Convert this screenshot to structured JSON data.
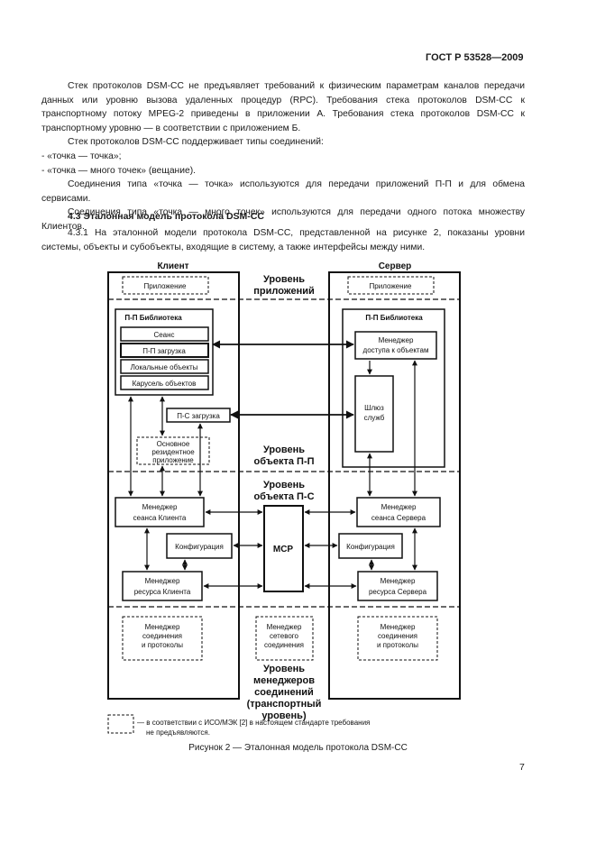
{
  "header": {
    "standard": "ГОСТ Р 53528—2009"
  },
  "text": {
    "p1": "Стек протоколов DSM-CC не предъявляет требований к физическим параметрам каналов передачи данных или уровню вызова удаленных процедур (RPC). Требования стека протоколов DSM-CC к транспортному потоку MPEG-2 приведены в приложении А. Требования стека протоколов DSM-CC к транспортному уровню — в соответствии с приложением Б.",
    "p2": "Стек протоколов DSM-CC поддерживает типы соединений:",
    "p3": "- «точка — точка»;",
    "p4": "- «точка — много точек» (вещание).",
    "p5": "Соединения типа «точка — точка» используются для передачи приложений П-П и для обмена сервисами.",
    "p6": "Соединения типа «точка — много точек» используются для передачи одного потока множеству Клиентов.",
    "section_title": "4.3 Эталонная модель протокола DSM-CC",
    "p7": "4.3.1 На эталонной модели протокола DSM-CC, представленной на рисунке 2, показаны уровни системы, объекты и субобъекты, входящие в систему, а также интерфейсы между ними."
  },
  "diagram": {
    "client_title": "Клиент",
    "server_title": "Сервер",
    "level_apps": [
      "Уровень",
      "приложений"
    ],
    "level_obj_pp": [
      "Уровень",
      "объекта П-П"
    ],
    "level_obj_ps": [
      "Уровень",
      "объекта П-С"
    ],
    "level_transport": [
      "Уровень",
      "менеджеров",
      "соединений",
      "(транспортный",
      "уровень)"
    ],
    "client_app": "Приложение",
    "server_app": "Приложение",
    "pp_library": "П-П Библиотека",
    "session": "Сеанс",
    "pp_load": "П-П загрузка",
    "local_objects": "Локальные объекты",
    "object_carousel": "Карусель объектов",
    "ps_load": "П-С загрузка",
    "base_app": [
      "Основное",
      "резидентное",
      "приложение"
    ],
    "server_pp_library": "П-П Библиотека",
    "object_access_manager": [
      "Менеджер",
      "доступа к объектам"
    ],
    "service_gateway": [
      "Шлюз",
      "служб"
    ],
    "client_session_manager": [
      "Менеджер",
      "сеанса Клиента"
    ],
    "server_session_manager": [
      "Менеджер",
      "сеанса Сервера"
    ],
    "client_config": "Конфигурация",
    "server_config": "Конфигурация",
    "msr": "МСР",
    "client_resource_manager": [
      "Менеджер",
      "ресурса Клиента"
    ],
    "server_resource_manager": [
      "Менеджер",
      "ресурса Сервера"
    ],
    "client_conn_manager": [
      "Менеджер",
      "соединения",
      "и протоколы"
    ],
    "network_conn_manager": [
      "Менеджер",
      "сетевого",
      "соединения"
    ],
    "server_conn_manager": [
      "Менеджер",
      "соединения",
      "и протоколы"
    ],
    "legend": [
      "— в соответствии с ИСО/МЭК [2] в настоящем стандарте требования",
      "не предъявляются."
    ]
  },
  "caption": "Рисунок 2 — Эталонная модель протокола DSM-CC",
  "page_number": "7"
}
